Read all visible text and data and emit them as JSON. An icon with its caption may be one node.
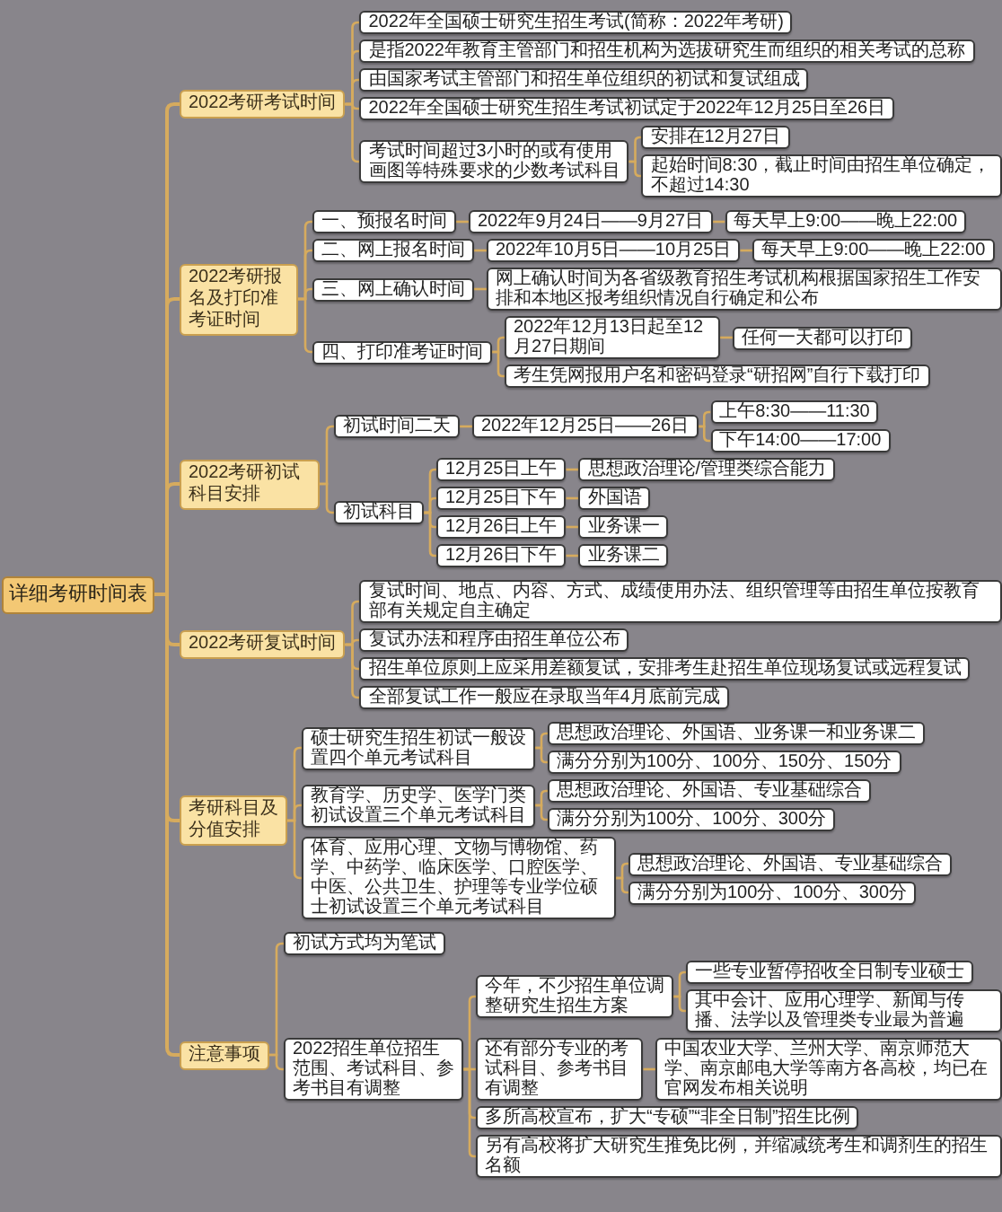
{
  "diagram": {
    "nodes": [
      {
        "text": [
          "详细考研时间表"
        ]
      },
      {
        "text": [
          "2022考研考试时间"
        ]
      },
      {
        "text": [
          "2022年全国硕士研究生招生考试(简称：2022年考研)"
        ]
      },
      {
        "text": [
          "是指2022年教育主管部门和招生机构为选拔研究生而组织的相关考试的总称"
        ]
      },
      {
        "text": [
          "由国家考试主管部门和招生单位组织的初试和复试组成"
        ]
      },
      {
        "text": [
          "2022年全国硕士研究生招生考试初试定于2022年12月25日至26日"
        ]
      },
      {
        "text": [
          "考试时间超过3小时的或有使用画图等特殊要求的少数考试科目"
        ]
      },
      {
        "text": [
          "安排在12月27日"
        ]
      },
      {
        "text": [
          "起始时间8:30，截止时间由招生单位确定，不超过14:30"
        ]
      },
      {
        "text": [
          "2022考研报名及打印准考证时间"
        ]
      },
      {
        "text": [
          "一、预报名时间"
        ]
      },
      {
        "text": [
          "2022年9月24日——9月27日"
        ]
      },
      {
        "text": [
          "每天早上9:00——晚上22:00"
        ]
      },
      {
        "text": [
          "二、网上报名时间"
        ]
      },
      {
        "text": [
          "2022年10月5日——10月25日"
        ]
      },
      {
        "text": [
          "每天早上9:00——晚上22:00"
        ]
      },
      {
        "text": [
          "三、网上确认时间"
        ]
      },
      {
        "text": [
          "网上确认时间为各省级教育招生考试机构根据国家招生工作安排和本地区报考组织情况自行确定和公布"
        ]
      },
      {
        "text": [
          "四、打印准考证时间"
        ]
      },
      {
        "text": [
          "2022年12月13日起至12月27日期间"
        ]
      },
      {
        "text": [
          "任何一天都可以打印"
        ]
      },
      {
        "text": [
          "考生凭网报用户名和密码登录“研招网”自行下载打印"
        ]
      },
      {
        "text": [
          "2022考研初试科目安排"
        ]
      },
      {
        "text": [
          "初试时间二天"
        ]
      },
      {
        "text": [
          "2022年12月25日——26日"
        ]
      },
      {
        "text": [
          "上午8:30——11:30"
        ]
      },
      {
        "text": [
          "下午14:00——17:00"
        ]
      },
      {
        "text": [
          "初试科目"
        ]
      },
      {
        "text": [
          "12月25日上午"
        ]
      },
      {
        "text": [
          "思想政治理论/管理类综合能力"
        ]
      },
      {
        "text": [
          "12月25日下午"
        ]
      },
      {
        "text": [
          "外国语"
        ]
      },
      {
        "text": [
          "12月26日上午"
        ]
      },
      {
        "text": [
          "业务课一"
        ]
      },
      {
        "text": [
          "12月26日下午"
        ]
      },
      {
        "text": [
          "业务课二"
        ]
      },
      {
        "text": [
          "2022考研复试时间"
        ]
      },
      {
        "text": [
          "复试时间、地点、内容、方式、成绩使用办法、组织管理等由招生单位按教育部有关规定自主确定"
        ]
      },
      {
        "text": [
          "复试办法和程序由招生单位公布"
        ]
      },
      {
        "text": [
          "招生单位原则上应采用差额复试，安排考生赴招生单位现场复试或远程复试"
        ]
      },
      {
        "text": [
          "全部复试工作一般应在录取当年4月底前完成"
        ]
      },
      {
        "text": [
          "考研科目及分值安排"
        ]
      },
      {
        "text": [
          "硕士研究生招生初试一般设置四个单元考试科目"
        ]
      },
      {
        "text": [
          "思想政治理论、外国语、业务课一和业务课二"
        ]
      },
      {
        "text": [
          "满分分别为100分、100分、150分、150分"
        ]
      },
      {
        "text": [
          "教育学、历史学、医学门类初试设置三个单元考试科目"
        ]
      },
      {
        "text": [
          "思想政治理论、外国语、专业基础综合"
        ]
      },
      {
        "text": [
          "满分分别为100分、100分、300分"
        ]
      },
      {
        "text": [
          "体育、应用心理、文物与博物馆、药学、中药学、临床医学、口腔医学、中医、公共卫生、护理等专业学位硕士初试设置三个单元考试科目"
        ]
      },
      {
        "text": [
          "思想政治理论、外国语、专业基础综合"
        ]
      },
      {
        "text": [
          "满分分别为100分、100分、300分"
        ]
      },
      {
        "text": [
          "注意事项"
        ]
      },
      {
        "text": [
          "初试方式均为笔试"
        ]
      },
      {
        "text": [
          "2022招生单位招生范围、考试科目、参考书目有调整"
        ]
      },
      {
        "text": [
          "今年，不少招生单位调整研究生招生方案"
        ]
      },
      {
        "text": [
          "一些专业暂停招收全日制专业硕士"
        ]
      },
      {
        "text": [
          "其中会计、应用心理学、新闻与传播、法学以及管理类专业最为普遍"
        ]
      },
      {
        "text": [
          "还有部分专业的考试科目、参考书目有调整"
        ]
      },
      {
        "text": [
          "中国农业大学、兰州大学、南京师范大学、南京邮电大学等南方各高校，均已在官网发布相关说明"
        ]
      },
      {
        "text": [
          "多所高校宣布，扩大“专硕”“非全日制”招生比例"
        ]
      },
      {
        "text": [
          "另有高校将扩大研究生推免比例，并缩减统考生和调剂生的招生名额"
        ]
      }
    ],
    "edges": [
      {
        "from": 0,
        "to": 1,
        "arrow": "none"
      },
      {
        "from": 1,
        "to": 2,
        "arrow": "none"
      },
      {
        "from": 1,
        "to": 3,
        "arrow": "none"
      },
      {
        "from": 1,
        "to": 4,
        "arrow": "none"
      },
      {
        "from": 1,
        "to": 5,
        "arrow": "none"
      },
      {
        "from": 1,
        "to": 6,
        "arrow": "none"
      },
      {
        "from": 6,
        "to": 7,
        "arrow": "none"
      },
      {
        "from": 6,
        "to": 8,
        "arrow": "none"
      },
      {
        "from": 0,
        "to": 9,
        "arrow": "none"
      },
      {
        "from": 9,
        "to": 10,
        "arrow": "none"
      },
      {
        "from": 10,
        "to": 11,
        "arrow": "none"
      },
      {
        "from": 11,
        "to": 12,
        "arrow": "none"
      },
      {
        "from": 9,
        "to": 13,
        "arrow": "none"
      },
      {
        "from": 13,
        "to": 14,
        "arrow": "none"
      },
      {
        "from": 14,
        "to": 15,
        "arrow": "none"
      },
      {
        "from": 9,
        "to": 16,
        "arrow": "none"
      },
      {
        "from": 16,
        "to": 17,
        "arrow": "none"
      },
      {
        "from": 9,
        "to": 18,
        "arrow": "none"
      },
      {
        "from": 18,
        "to": 19,
        "arrow": "none"
      },
      {
        "from": 19,
        "to": 20,
        "arrow": "none"
      },
      {
        "from": 18,
        "to": 21,
        "arrow": "none"
      },
      {
        "from": 0,
        "to": 22,
        "arrow": "none"
      },
      {
        "from": 22,
        "to": 23,
        "arrow": "none"
      },
      {
        "from": 23,
        "to": 24,
        "arrow": "none"
      },
      {
        "from": 24,
        "to": 25,
        "arrow": "none"
      },
      {
        "from": 24,
        "to": 26,
        "arrow": "none"
      },
      {
        "from": 22,
        "to": 27,
        "arrow": "none"
      },
      {
        "from": 27,
        "to": 28,
        "arrow": "none"
      },
      {
        "from": 28,
        "to": 29,
        "arrow": "none"
      },
      {
        "from": 27,
        "to": 30,
        "arrow": "none"
      },
      {
        "from": 30,
        "to": 31,
        "arrow": "none"
      },
      {
        "from": 27,
        "to": 32,
        "arrow": "none"
      },
      {
        "from": 32,
        "to": 33,
        "arrow": "none"
      },
      {
        "from": 27,
        "to": 34,
        "arrow": "none"
      },
      {
        "from": 34,
        "to": 35,
        "arrow": "none"
      },
      {
        "from": 0,
        "to": 36,
        "arrow": "none"
      },
      {
        "from": 36,
        "to": 37,
        "arrow": "none"
      },
      {
        "from": 36,
        "to": 38,
        "arrow": "none"
      },
      {
        "from": 36,
        "to": 39,
        "arrow": "none"
      },
      {
        "from": 36,
        "to": 40,
        "arrow": "none"
      },
      {
        "from": 0,
        "to": 41,
        "arrow": "none"
      },
      {
        "from": 41,
        "to": 42,
        "arrow": "none"
      },
      {
        "from": 42,
        "to": 43,
        "arrow": "none"
      },
      {
        "from": 42,
        "to": 44,
        "arrow": "none"
      },
      {
        "from": 41,
        "to": 45,
        "arrow": "none"
      },
      {
        "from": 45,
        "to": 46,
        "arrow": "none"
      },
      {
        "from": 45,
        "to": 47,
        "arrow": "none"
      },
      {
        "from": 41,
        "to": 48,
        "arrow": "none"
      },
      {
        "from": 48,
        "to": 49,
        "arrow": "none"
      },
      {
        "from": 48,
        "to": 50,
        "arrow": "none"
      },
      {
        "from": 0,
        "to": 51,
        "arrow": "none"
      },
      {
        "from": 51,
        "to": 52,
        "arrow": "none"
      },
      {
        "from": 51,
        "to": 53,
        "arrow": "none"
      },
      {
        "from": 53,
        "to": 54,
        "arrow": "none"
      },
      {
        "from": 54,
        "to": 55,
        "arrow": "none"
      },
      {
        "from": 54,
        "to": 56,
        "arrow": "none"
      },
      {
        "from": 53,
        "to": 57,
        "arrow": "none"
      },
      {
        "from": 57,
        "to": 58,
        "arrow": "none"
      },
      {
        "from": 53,
        "to": 59,
        "arrow": "none"
      },
      {
        "from": 53,
        "to": 60,
        "arrow": "none"
      }
    ]
  }
}
